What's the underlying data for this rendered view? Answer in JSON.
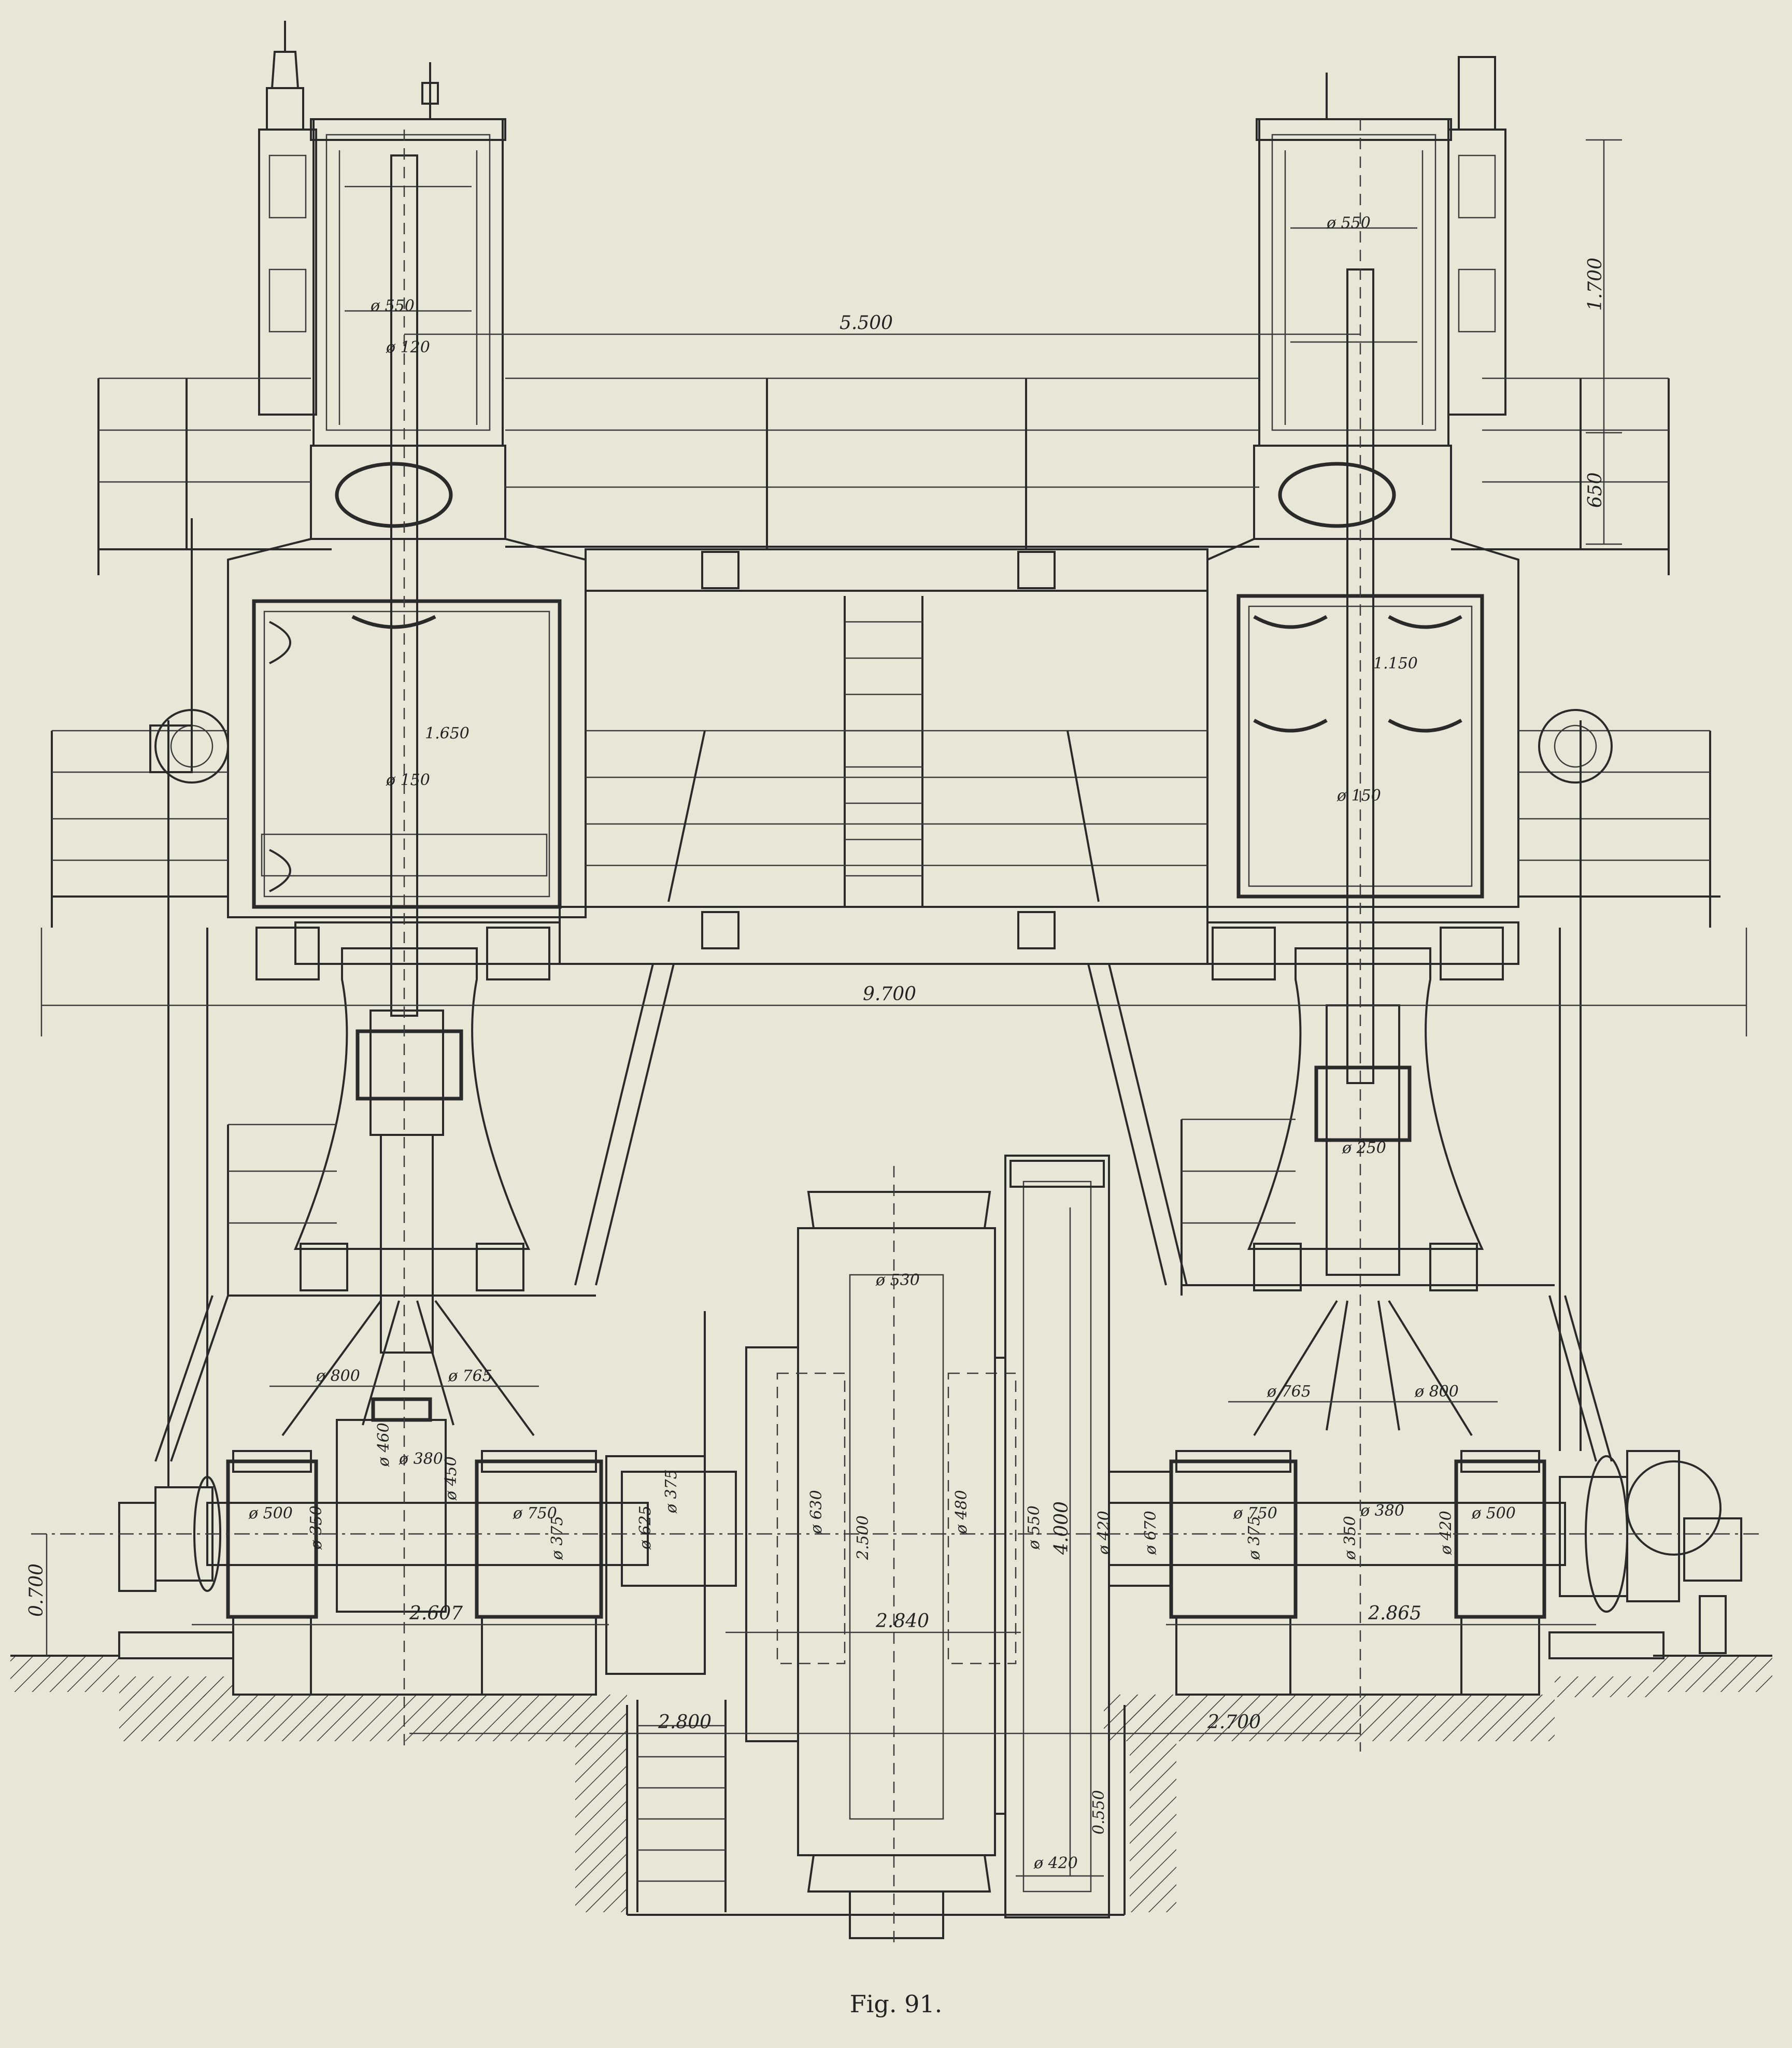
{
  "figure": {
    "caption": "Fig. 91."
  },
  "dimensions": {
    "top_span": "5.500",
    "overall_width": "9.700",
    "right_height_upper": "1.700",
    "right_height_lower": "650",
    "base_height": "0.700",
    "left_shaft_span": "2.607",
    "right_shaft_span": "2.865",
    "pit_left": "2.800",
    "pit_right": "2.700",
    "left_hp_cyl_dia": "ø 550",
    "left_hp_rod": "ø 120",
    "left_lp_cyl_dia": "1.650",
    "left_lp_rod": "ø 150",
    "right_hp_cyl_dia": "ø 550",
    "right_lp_cyl_dia": "1.150",
    "right_lp_rod": "ø 150",
    "crosshead_right": "ø 250",
    "left_crank_a": "ø 800",
    "left_crank_b": "ø 765",
    "right_crank_a": "ø 765",
    "right_crank_b": "ø 800",
    "left_journal_a": "ø 500",
    "left_journal_b": "ø 350",
    "left_crankpin_a": "ø 460",
    "left_crankpin_b": "ø 380",
    "left_crankpin_c": "ø 450",
    "left_journal_c": "ø 750",
    "left_journal_d": "ø 375",
    "left_shaft_a": "ø 625",
    "left_shaft_b": "ø 375",
    "right_journal_a": "ø 750",
    "right_journal_b": "ø 375",
    "right_pin_a": "ø 350",
    "right_pin_b": "ø 380",
    "right_journal_c": "ø 420",
    "right_journal_d": "ø 500",
    "right_shaft_a": "ø 670",
    "right_shaft_b": "ø 420",
    "flywheel_hub": "ø 530",
    "flywheel_a": "ø 630",
    "flywheel_b": "2.500",
    "flywheel_c": "ø 480",
    "flywheel_width": "2.840",
    "rope_wheel_a": "ø 550",
    "rope_wheel_dia": "4.000",
    "rope_wheel_b": "0.550",
    "rope_wheel_c": "ø 420"
  }
}
